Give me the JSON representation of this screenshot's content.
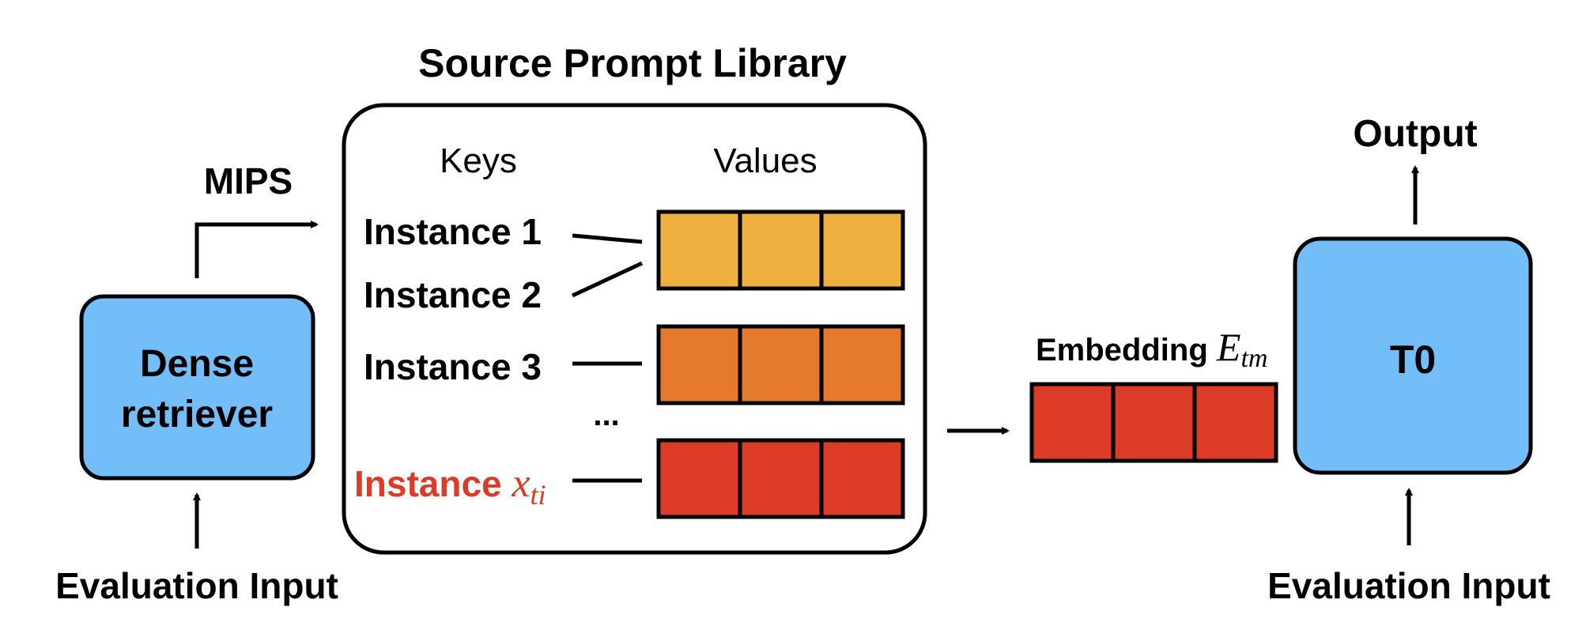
{
  "library": {
    "title": "Source Prompt Library",
    "keys_header": "Keys",
    "values_header": "Values",
    "instances": [
      {
        "label": "Instance 1"
      },
      {
        "label": "Instance 2"
      },
      {
        "label": "Instance 3"
      }
    ],
    "ellipsis": "...",
    "target_instance": {
      "label": "Instance ",
      "math_var": "x",
      "math_sub": "ti"
    },
    "value_rows": [
      {
        "color": "#f0b03f"
      },
      {
        "color": "#e57a2f"
      },
      {
        "color": "#dc3b27"
      }
    ]
  },
  "retriever": {
    "label_line1": "Dense",
    "label_line2": "retriever",
    "input_label": "Evaluation Input",
    "search_label": "MIPS",
    "fill_color": "#73bdf8"
  },
  "embedding": {
    "label": "Embedding ",
    "math_var": "E",
    "math_sub": "tm",
    "color": "#dc3b27"
  },
  "model": {
    "label": "T0",
    "output_label": "Output",
    "input_label": "Evaluation Input",
    "fill_color": "#73bdf8"
  },
  "target_label_color": "#dc3b27"
}
